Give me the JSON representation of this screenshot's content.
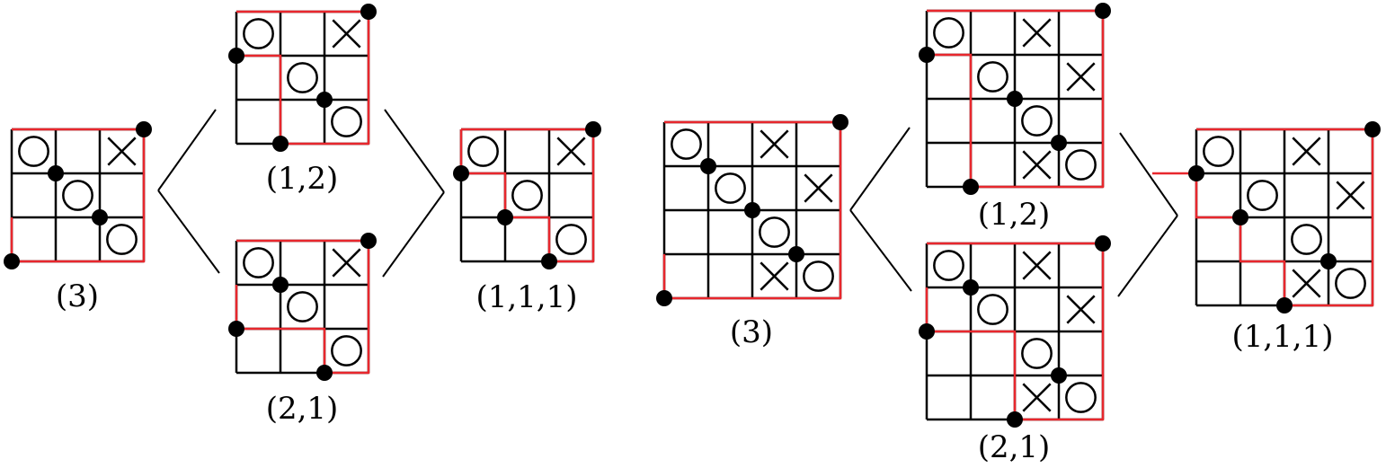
{
  "colors": {
    "grid": "#000000",
    "path": "#e8272d",
    "dot": "#000000",
    "background": "#ffffff"
  },
  "diagrams": [
    {
      "id": "left",
      "grids": [
        {
          "id": "left-3",
          "label": "(3)",
          "size": 3,
          "circles": [
            [
              0,
              0
            ],
            [
              1,
              1
            ],
            [
              2,
              2
            ]
          ],
          "crosses": [
            [
              0,
              2
            ]
          ],
          "path": "RRRDDDLLLU",
          "dots": [
            [
              0,
              3
            ],
            [
              1,
              1
            ],
            [
              2,
              2
            ],
            [
              3,
              0
            ]
          ]
        },
        {
          "id": "left-12",
          "label": "(1,2)",
          "size": 3,
          "circles": [
            [
              0,
              0
            ],
            [
              1,
              1
            ],
            [
              2,
              2
            ]
          ],
          "crosses": [
            [
              0,
              2
            ]
          ],
          "path": "RRRDDDLLUUL",
          "dots": [
            [
              0,
              3
            ],
            [
              1,
              0
            ],
            [
              2,
              2
            ],
            [
              3,
              1
            ]
          ]
        },
        {
          "id": "left-21",
          "label": "(2,1)",
          "size": 3,
          "circles": [
            [
              0,
              0
            ],
            [
              1,
              1
            ],
            [
              2,
              2
            ]
          ],
          "crosses": [
            [
              0,
              2
            ]
          ],
          "path": "RRRDDDLULLU",
          "dots": [
            [
              0,
              3
            ],
            [
              1,
              1
            ],
            [
              2,
              0
            ],
            [
              3,
              2
            ]
          ]
        },
        {
          "id": "left-111",
          "label": "(1,1,1)",
          "size": 3,
          "circles": [
            [
              0,
              0
            ],
            [
              1,
              1
            ],
            [
              2,
              2
            ]
          ],
          "crosses": [
            [
              0,
              2
            ]
          ],
          "path": "RRRDDDLULULU",
          "dots": [
            [
              0,
              3
            ],
            [
              1,
              0
            ],
            [
              2,
              1
            ],
            [
              3,
              2
            ]
          ]
        }
      ]
    },
    {
      "id": "right",
      "grids": [
        {
          "id": "right-3",
          "label": "(3)",
          "size": 4,
          "circles": [
            [
              0,
              0
            ],
            [
              1,
              1
            ],
            [
              2,
              2
            ],
            [
              3,
              3
            ]
          ],
          "crosses": [
            [
              0,
              2
            ],
            [
              1,
              3
            ],
            [
              3,
              2
            ]
          ],
          "path": "RRRRDDDDLLLLU",
          "dots": [
            [
              0,
              4
            ],
            [
              1,
              1
            ],
            [
              2,
              2
            ],
            [
              3,
              3
            ],
            [
              4,
              0
            ]
          ]
        },
        {
          "id": "right-12",
          "label": "(1,2)",
          "size": 4,
          "circles": [
            [
              0,
              0
            ],
            [
              1,
              1
            ],
            [
              2,
              2
            ],
            [
              3,
              3
            ]
          ],
          "crosses": [
            [
              0,
              2
            ],
            [
              1,
              3
            ],
            [
              3,
              2
            ]
          ],
          "path": "RRRRDDDDLLLUUUL",
          "dots": [
            [
              0,
              4
            ],
            [
              1,
              0
            ],
            [
              2,
              2
            ],
            [
              3,
              3
            ],
            [
              4,
              1
            ]
          ]
        },
        {
          "id": "right-21",
          "label": "(2,1)",
          "size": 4,
          "circles": [
            [
              0,
              0
            ],
            [
              1,
              1
            ],
            [
              2,
              2
            ],
            [
              3,
              3
            ]
          ],
          "crosses": [
            [
              0,
              2
            ],
            [
              1,
              3
            ],
            [
              3,
              2
            ]
          ],
          "path": "RRRRDDDDLLUULLU",
          "dots": [
            [
              0,
              4
            ],
            [
              1,
              1
            ],
            [
              2,
              0
            ],
            [
              3,
              3
            ],
            [
              4,
              2
            ]
          ]
        },
        {
          "id": "right-111",
          "label": "(1,1,1)",
          "size": 4,
          "circles": [
            [
              0,
              0
            ],
            [
              1,
              1
            ],
            [
              2,
              2
            ],
            [
              3,
              3
            ]
          ],
          "crosses": [
            [
              0,
              2
            ],
            [
              1,
              3
            ],
            [
              3,
              2
            ]
          ],
          "path": "RRRRDDDDLLULULUL",
          "dots": [
            [
              0,
              4
            ],
            [
              1,
              0
            ],
            [
              2,
              1
            ],
            [
              3,
              3
            ],
            [
              4,
              2
            ]
          ]
        }
      ]
    }
  ]
}
